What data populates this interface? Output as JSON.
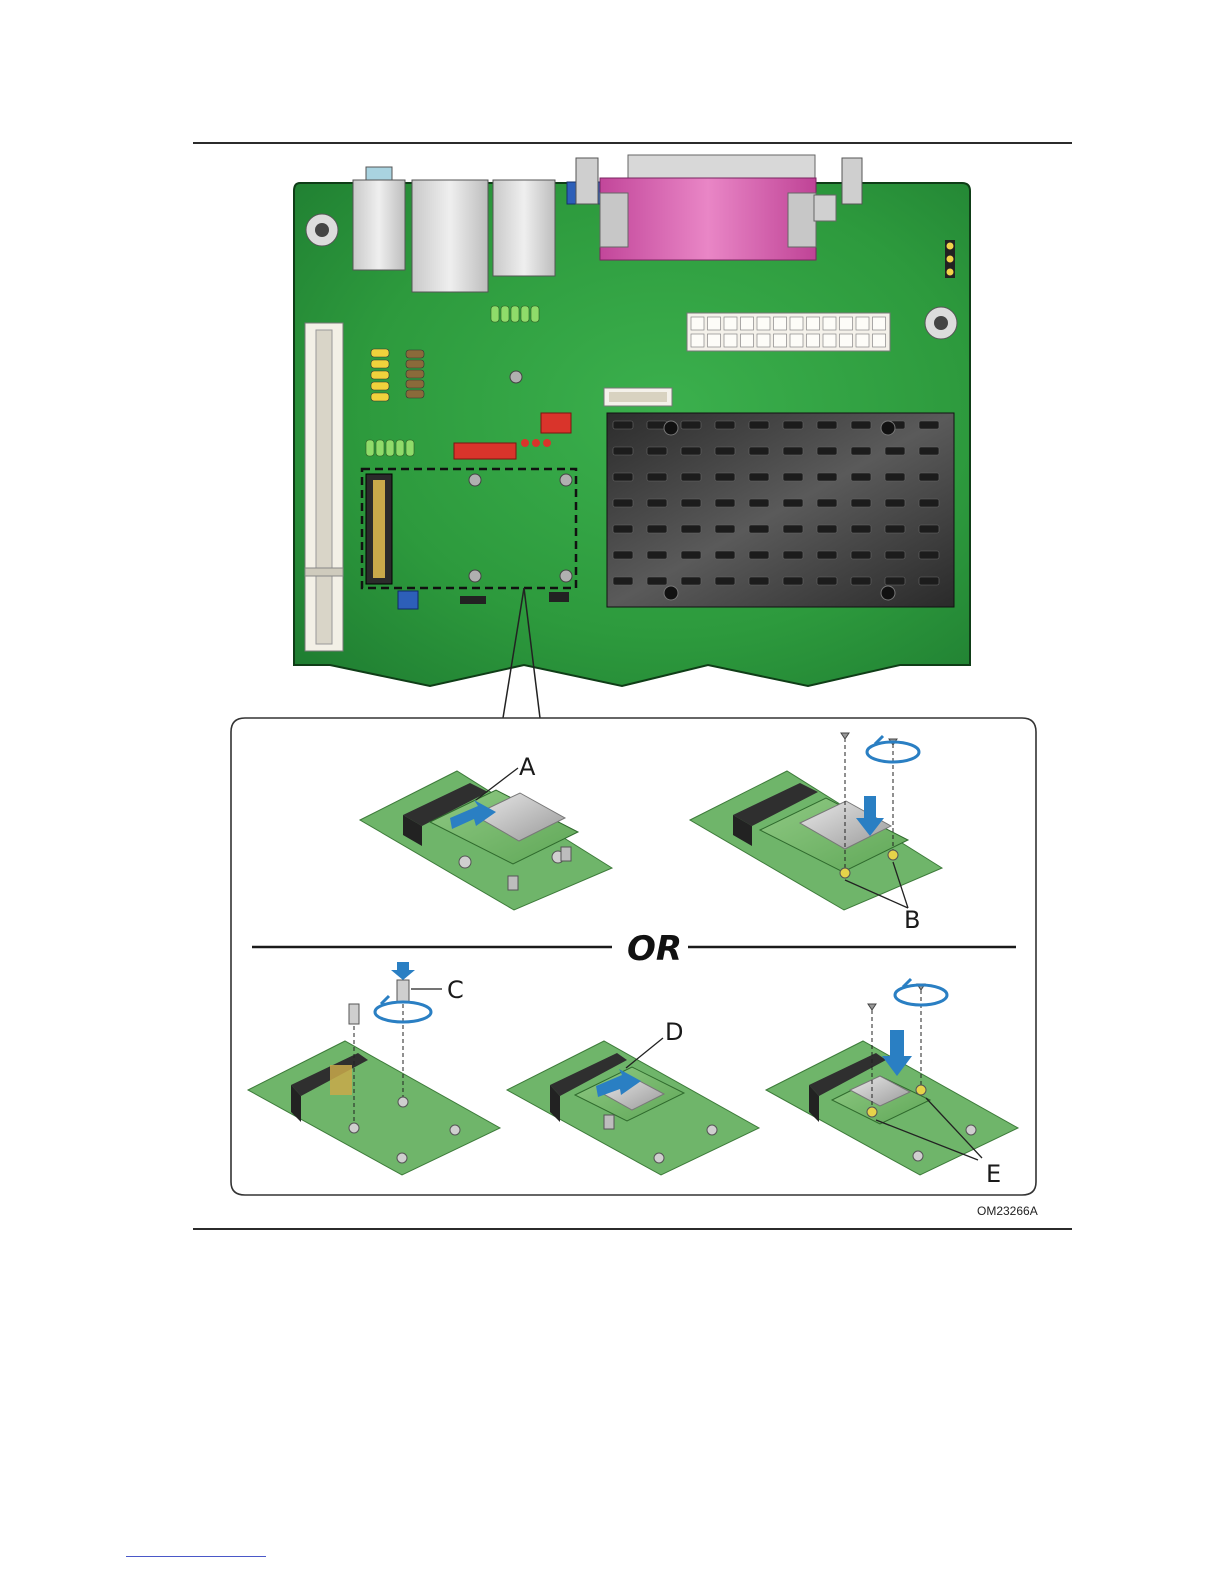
{
  "figure": {
    "callouts": {
      "a": "A",
      "b": "B",
      "c": "C",
      "d": "D",
      "e": "E"
    },
    "separator_text": "OR",
    "figure_id": "OM23266A"
  },
  "colors": {
    "board_green": "#2f9a3e",
    "module_green": "#7dbb72",
    "heatsink": "#3a3a3a",
    "parallel_port": "#d35aa8",
    "arrow_blue": "#2a7fc3"
  },
  "icons": [
    "rotate-arrow-icon",
    "push-arrow-icon",
    "screw-icon",
    "standoff-icon"
  ]
}
